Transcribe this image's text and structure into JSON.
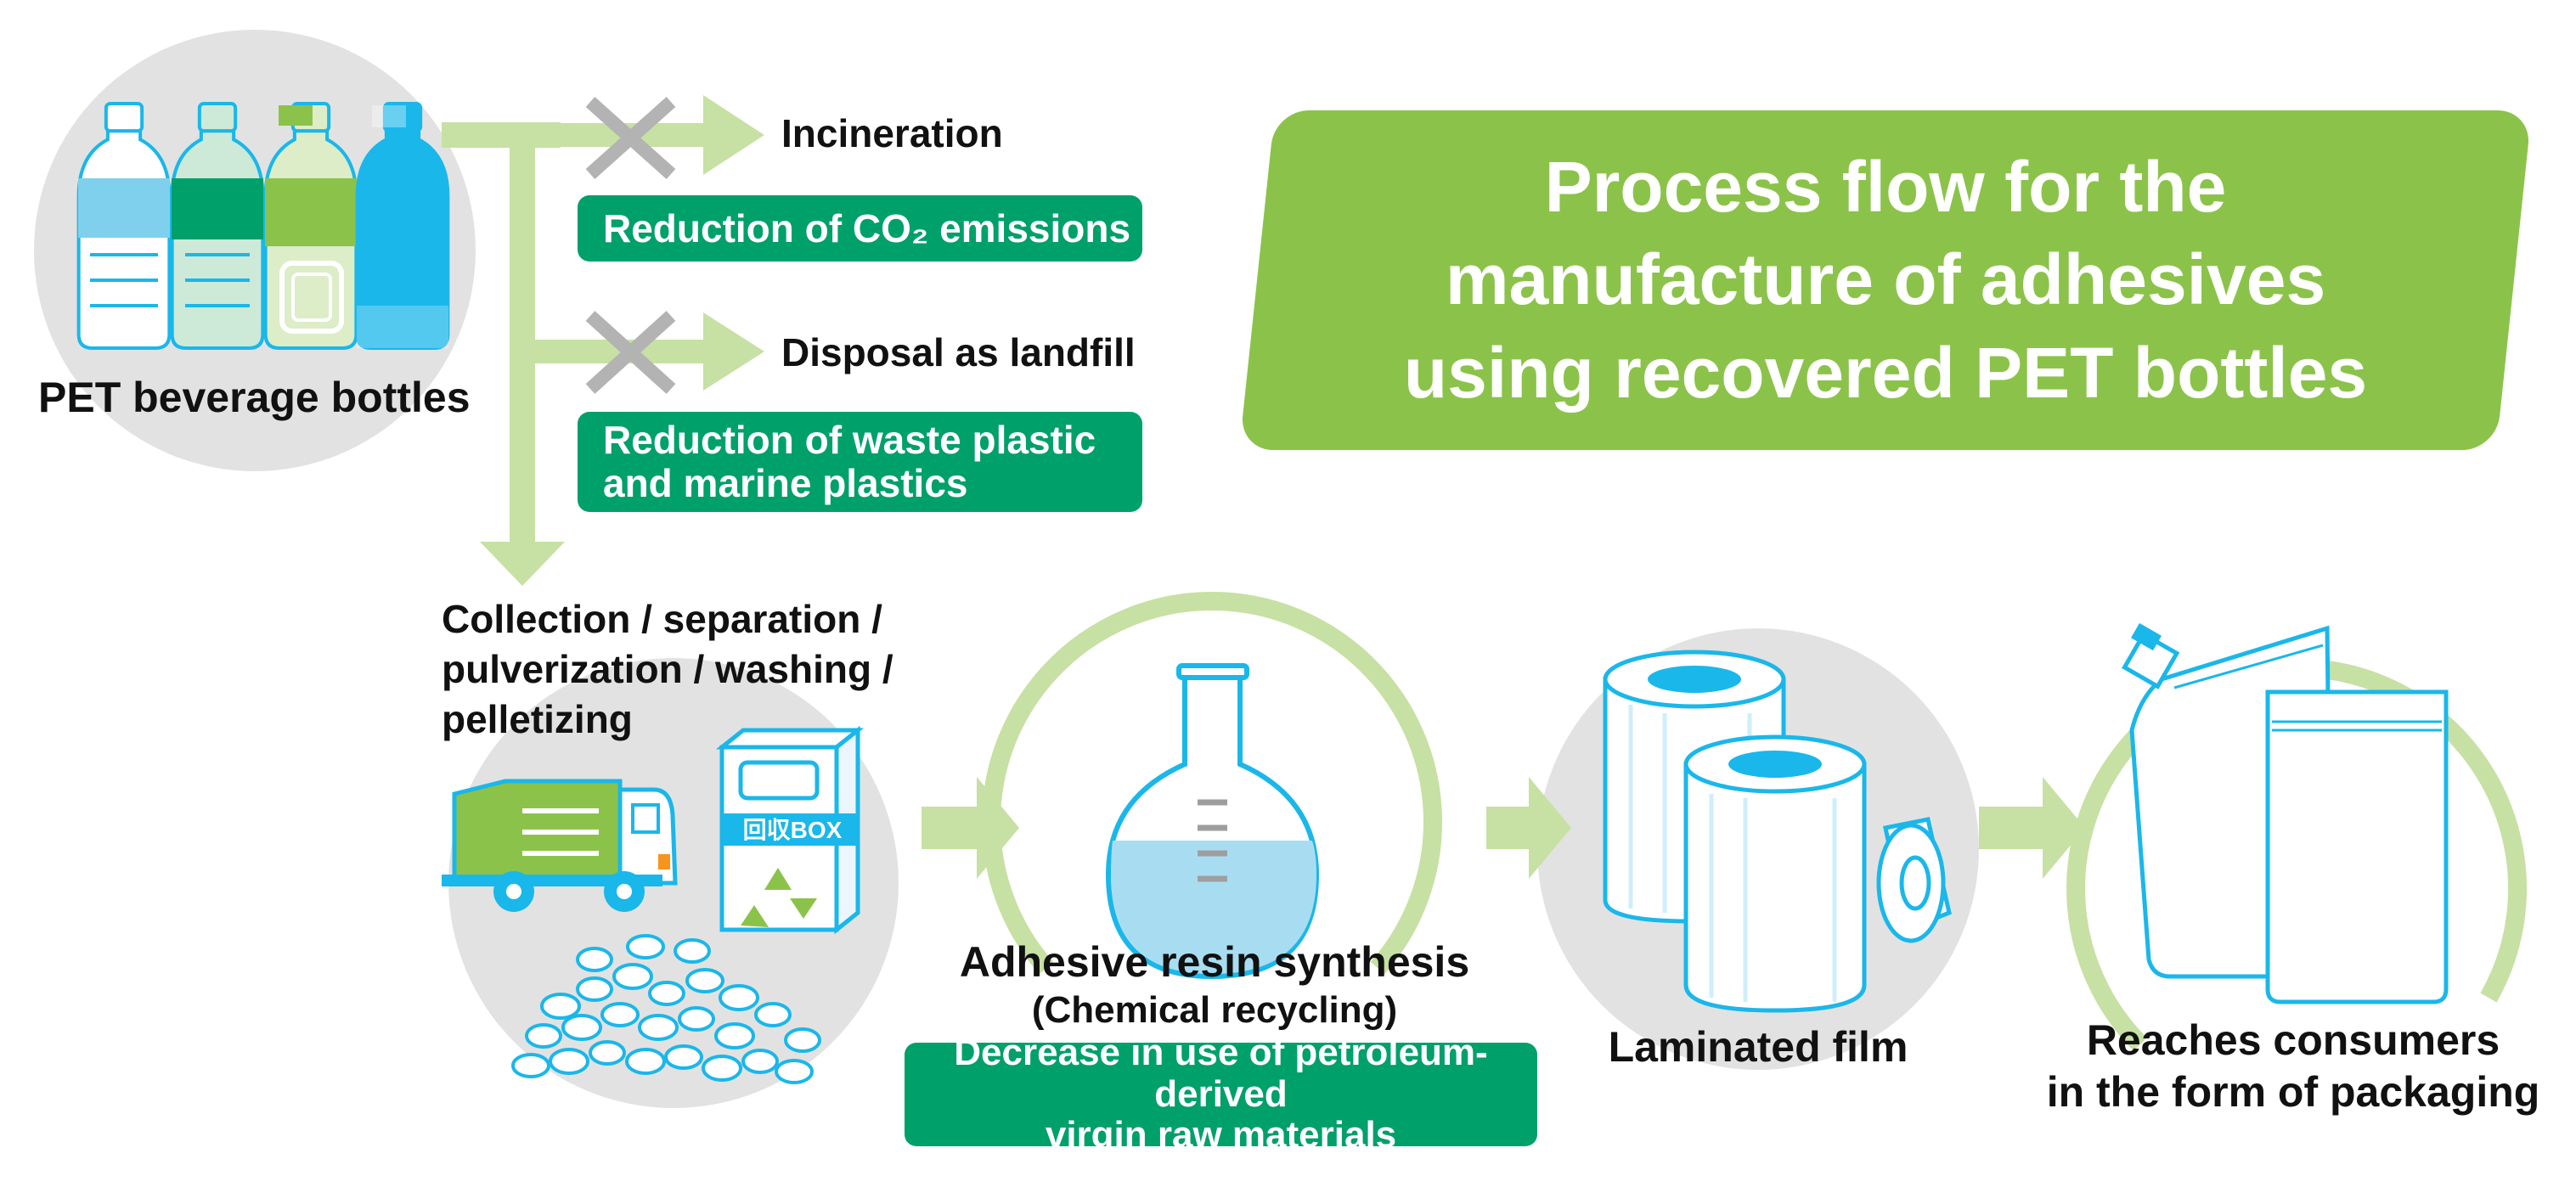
{
  "title": "Process flow for the\nmanufacture of adhesives\nusing recovered PET bottles",
  "colors": {
    "title_bg": "#8bc34a",
    "arrow": "#c6e1a3",
    "badge": "#00a06b",
    "circle_bg": "#e2e2e2",
    "ring": "#c6e1a3",
    "cyan": "#1ab7ea",
    "cross": "#b3b3b3"
  },
  "source": {
    "label": "PET beverage bottles"
  },
  "branches": [
    {
      "label": "Incineration",
      "benefit": "Reduction of CO₂ emissions"
    },
    {
      "label": "Disposal as landfill",
      "benefit": "Reduction of waste plastic\nand marine plastics"
    }
  ],
  "steps": [
    {
      "label": "Collection / separation /\npulverization / washing /\npelletizing",
      "box_text": "回収BOX"
    },
    {
      "label": "Adhesive resin synthesis",
      "sublabel": "(Chemical recycling)",
      "benefit": "Decrease in use of petroleum-derived\nvirgin raw materials"
    },
    {
      "label": "Laminated film"
    },
    {
      "label": "Reaches consumers\nin the form of packaging"
    }
  ],
  "icons": {
    "cross": "cross-icon",
    "bottle": "pet-bottle-icon",
    "truck": "garbage-truck-icon",
    "box": "recycle-box-icon",
    "recycle": "recycle-icon",
    "pellets": "plastic-pellets-icon",
    "flask": "flask-icon",
    "film_roll": "film-roll-icon",
    "tape": "tape-roll-icon",
    "pouch": "pouch-icon"
  }
}
